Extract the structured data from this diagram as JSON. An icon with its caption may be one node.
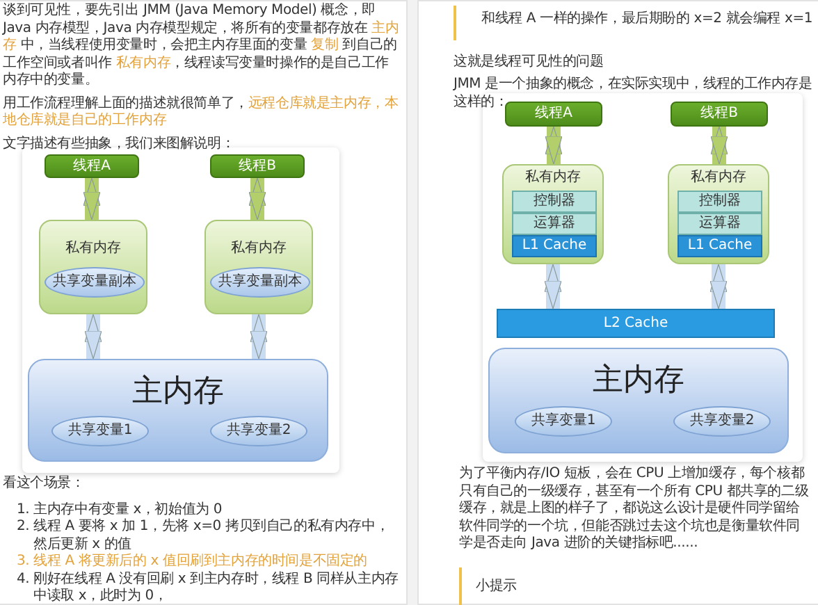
{
  "diagram": {
    "nodes": [
      {
        "text": [
          "线程A"
        ]
      },
      {
        "text": [
          "线程B"
        ]
      },
      {
        "text": [
          "私有内存"
        ]
      },
      {
        "text": [
          "共享变量副本"
        ],
        "in": 2
      },
      {
        "text": [
          "私有内存"
        ]
      },
      {
        "text": [
          "共享变量副本"
        ],
        "in": 4
      },
      {
        "text": [
          "主内存"
        ]
      },
      {
        "text": [
          "共享变量1"
        ],
        "in": 6
      },
      {
        "text": [
          "共享变量2"
        ],
        "in": 6
      },
      {
        "text": [
          "线程A"
        ]
      },
      {
        "text": [
          "线程B"
        ]
      },
      {
        "text": [
          "私有内存"
        ]
      },
      {
        "text": [
          "控制器"
        ],
        "in": 11
      },
      {
        "text": [
          "运算器"
        ],
        "in": 11
      },
      {
        "text": [
          "L1 Cache"
        ],
        "in": 11
      },
      {
        "text": [
          "私有内存"
        ]
      },
      {
        "text": [
          "控制器"
        ],
        "in": 15
      },
      {
        "text": [
          "运算器"
        ],
        "in": 15
      },
      {
        "text": [
          "L1 Cache"
        ],
        "in": 15
      },
      {
        "text": [
          "L2 Cache"
        ]
      },
      {
        "text": [
          "主内存"
        ]
      },
      {
        "text": [
          "共享变量1"
        ],
        "in": 20
      },
      {
        "text": [
          "共享变量2"
        ],
        "in": 20
      }
    ],
    "edges": [
      {
        "from": 0,
        "to": 2,
        "arrow": "both",
        "color": "#b3cf6b"
      },
      {
        "from": 1,
        "to": 4,
        "arrow": "both",
        "color": "#b3cf6b"
      },
      {
        "from": 2,
        "to": 6,
        "arrow": "both",
        "color": "#c9dcf2"
      },
      {
        "from": 4,
        "to": 6,
        "arrow": "both",
        "color": "#c9dcf2"
      },
      {
        "from": 9,
        "to": 11,
        "arrow": "both",
        "color": "#b3cf6b"
      },
      {
        "from": 10,
        "to": 15,
        "arrow": "both",
        "color": "#b3cf6b"
      },
      {
        "from": 11,
        "to": 19,
        "arrow": "both",
        "color": "#c9dcf2"
      },
      {
        "from": 15,
        "to": 19,
        "arrow": "both",
        "color": "#c9dcf2"
      }
    ],
    "labels": [
      "谈到可见性，要先引出 JMM (Java Memory Model) 概念，即 Java 内存模型，Java 内存模型规定，将所有的变量都存放在 **主内存** 中，当线程使用变量时，会把主内存里面的变量 **复制** 到自己的工作空间或者叫作 **私有内存**，线程读写变量时操作的是自己工作内存中的变量。",
      "用工作流程理解上面的描述就很简单了，**远程仓库就是主内存，本地仓库就是自己的工作内存**",
      "文字描述有些抽象，我们来图解说明：",
      "看这个场景：",
      "1. 主内存中有变量 x，初始值为 0",
      "2. 线程 A 要将 x 加 1，先将 x=0 拷贝到自己的私有内存中，然后更新 x 的值",
      "3. 线程 A 将更新后的 x 值回刷到主内存的时间是不固定的",
      "4. 刚好在线程 A 没有回刷 x 到主内存时，线程 B 同样从主内存中读取 x，此时为 0，",
      "和线程 A 一样的操作，最后期盼的 x=2 就会编程 x=1",
      "这就是线程可见性的问题",
      "JMM 是一个抽象的概念，在实际实现中，线程的工作内存是这样的：",
      "为了平衡内存/IO 短板，会在 CPU 上增加缓存，每个核都只有自己的一级缓存，甚至有一个所有 CPU 都共享的二级缓存，就是上图的样子了，都说这么设计是硬件同学留给软件同学的一个坑，但能否跳过去这个坑也是衡量软件同学是否走向 Java 进阶的关键指标吧......",
      "小提示"
    ]
  }
}
